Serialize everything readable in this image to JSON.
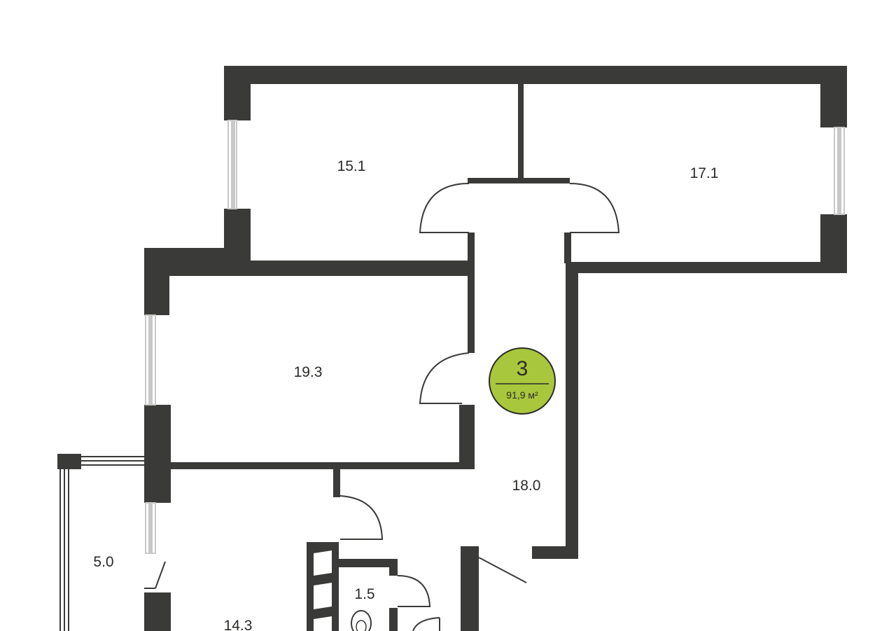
{
  "plan": {
    "rooms": [
      {
        "id": "bedroom-1",
        "area": "15.1"
      },
      {
        "id": "bedroom-2",
        "area": "17.1"
      },
      {
        "id": "living-room",
        "area": "19.3"
      },
      {
        "id": "hallway",
        "area": "18.0"
      },
      {
        "id": "balcony",
        "area": "5.0"
      },
      {
        "id": "bathroom",
        "area": "1.5"
      },
      {
        "id": "kitchen",
        "area": "14.3"
      }
    ],
    "badge": {
      "rooms_count": "3",
      "total_area": "91,9 м²",
      "color": "#a9c73c"
    },
    "colors": {
      "wall": "#3a3a38",
      "window": "#c8c8c8",
      "background": "#ffffff"
    }
  }
}
